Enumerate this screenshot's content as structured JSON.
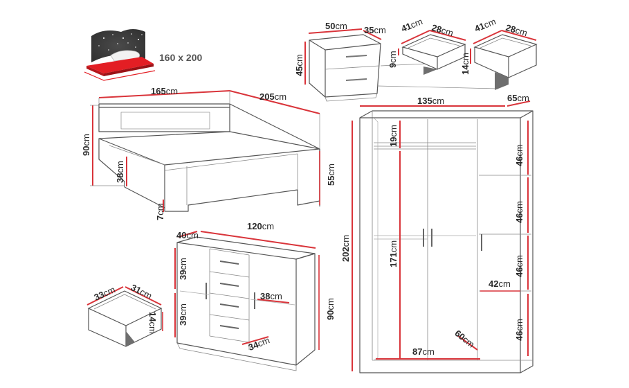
{
  "unit": "cm",
  "colors": {
    "outline": "#555555",
    "dimension": "#d9343a",
    "dark": "#6e6e6e",
    "mattress": "#e31e24"
  },
  "bed_icon": {
    "size_text": "160 x 200"
  },
  "bed": {
    "width": "165",
    "length": "205",
    "height": "90",
    "rail_height": "38",
    "foot_height": "55",
    "clearance": "7"
  },
  "nightstand": {
    "width": "50",
    "depth": "35",
    "height": "45"
  },
  "nightstand_drawer_small": {
    "width": "41",
    "depth": "28",
    "height": "9"
  },
  "nightstand_drawer_large": {
    "width": "41",
    "depth": "28",
    "height": "14"
  },
  "dresser": {
    "depth": "40",
    "width": "120",
    "height": "90",
    "shelf_height_1": "39",
    "shelf_height_2": "39",
    "inner_width": "38",
    "inner_depth": "34"
  },
  "dresser_drawer": {
    "width": "33",
    "depth": "31",
    "height": "14"
  },
  "wardrobe": {
    "width": "135",
    "depth": "65",
    "height": "202",
    "top_shelf": "19",
    "hanging_height": "171",
    "hanging_width": "87",
    "inner_depth": "60",
    "shelf_1": "46",
    "shelf_2": "46",
    "shelf_3": "46",
    "shelf_4": "46",
    "shelf_width": "42"
  }
}
